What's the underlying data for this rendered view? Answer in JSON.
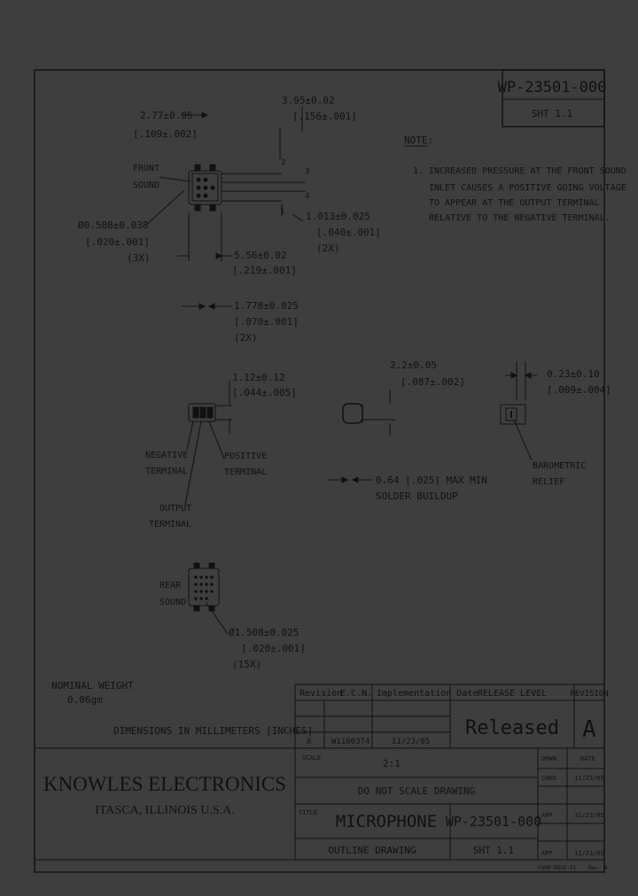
{
  "header": {
    "drawing_number": "WP-23501-000",
    "sheet": "SHT 1.1"
  },
  "note": {
    "title": "NOTE:",
    "number": "1.",
    "lines": [
      "INCREASED PRESSURE AT THE FRONT SOUND",
      "INLET CAUSES A POSITIVE GOING VOLTAGE",
      "TO APPEAR AT THE OUTPUT TERMINAL",
      "RELATIVE TO THE NEGATIVE TERMINAL."
    ]
  },
  "dims": {
    "d1": [
      "3.95±0.02",
      "[.156±.001]"
    ],
    "d2": [
      "2.77±0.05",
      "[.109±.002]"
    ],
    "d3": [
      "1.013±0.025",
      "[.040±.001]",
      "(2X)"
    ],
    "d4": [
      "Ø0.508±0.038",
      "[.020±.001]",
      "(3X)"
    ],
    "d5": [
      "5.56±0.02",
      "[.219±.001]"
    ],
    "d6": [
      "1.778±0.025",
      "[.070±.001]",
      "(2X)"
    ],
    "d7": [
      "1.12±0.12",
      "[.044±.005]"
    ],
    "d8": [
      "2.2±0.05",
      "[.087±.002]"
    ],
    "d9": [
      "0.23±0.10",
      "[.009±.004]"
    ],
    "d10": [
      "0.64 [.025] MAX MIN",
      "SOLDER BUILDUP"
    ],
    "d11": [
      "Ø1.508±0.025",
      "[.020±.001]",
      "(15X)"
    ]
  },
  "labels": {
    "front_sound": [
      "FRONT",
      "SOUND"
    ],
    "negative_terminal": [
      "NEGATIVE",
      "TERMINAL"
    ],
    "positive_terminal": [
      "POSITIVE",
      "TERMINAL"
    ],
    "output_terminal": [
      "OUTPUT",
      "TERMINAL"
    ],
    "barometric_relief": [
      "BAROMETRIC",
      "RELIEF"
    ],
    "rear_sound": [
      "REAR",
      "SOUND"
    ],
    "pin_numbers": [
      "2",
      "3",
      "4",
      "1"
    ]
  },
  "weight": [
    "NOMINAL WEIGHT",
    "0.06gm"
  ],
  "units_note": "DIMENSIONS IN MILLIMETERS [INCHES]",
  "revision_table": {
    "col_revision": "Revision",
    "col_ecn": "E.C.N.",
    "col_date": "Implementation Date",
    "rows": [
      {
        "rev": "A",
        "ecn": "W1100374",
        "date": "11/23/05"
      }
    ]
  },
  "release": {
    "label": "RELEASE LEVEL",
    "value": "Released",
    "rev_label": "REVISION",
    "rev_value": "A"
  },
  "company": {
    "name": "KNOWLES ELECTRONICS",
    "location": "ITASCA, ILLINOIS U.S.A."
  },
  "title_block": {
    "scale_label": "SCALE",
    "scale_value": "2:1",
    "do_not_scale": "DO NOT SCALE DRAWING",
    "title_label": "TITLE",
    "title": "MICROPHONE",
    "part_number": "WP-23501-000",
    "subtitle": "OUTLINE DRAWING",
    "sheet": "SHT 1.1",
    "sign_rows": [
      {
        "label": "DRWN",
        "value": "DATE"
      },
      {
        "label": "CHKD",
        "value": "11/23/05"
      },
      {
        "label": "APP",
        "value": "11/23/05"
      },
      {
        "label": "APP",
        "value": "11/23/05"
      }
    ],
    "footer_left": "FORM RDCE-01",
    "footer_right": "Rev. A"
  }
}
